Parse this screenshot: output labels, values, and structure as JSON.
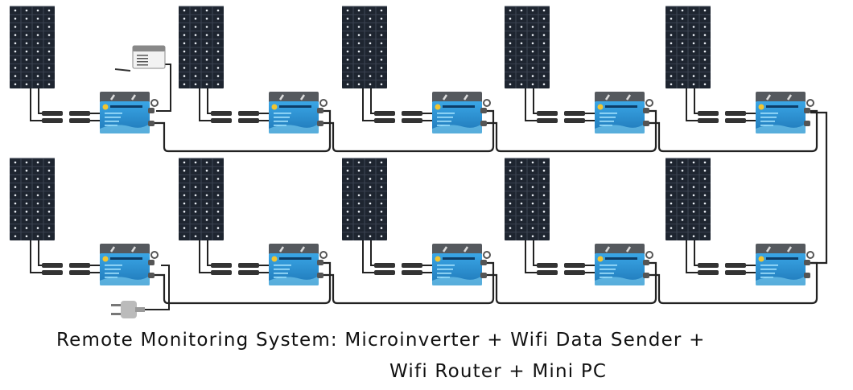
{
  "caption": {
    "line1": "Remote Monitoring System: Microinverter + Wifi Data Sender +",
    "line2": "Wifi Router + Mini PC"
  },
  "diagram": {
    "rows": [
      {
        "name": "top-row",
        "units": 5
      },
      {
        "name": "bottom-row",
        "units": 5
      }
    ],
    "components": {
      "solar_panel": "solar-panel-icon",
      "microinverter": "microinverter-icon",
      "wifi_data_sender": "wifi-data-sender-icon",
      "ac_plug": "ac-plug-icon"
    },
    "colors": {
      "panel": "#1e2530",
      "panel_cell_dot": "#e8ecf2",
      "inverter_body": "#2a8fd0",
      "inverter_top": "#55595e",
      "cable": "#222222"
    }
  }
}
